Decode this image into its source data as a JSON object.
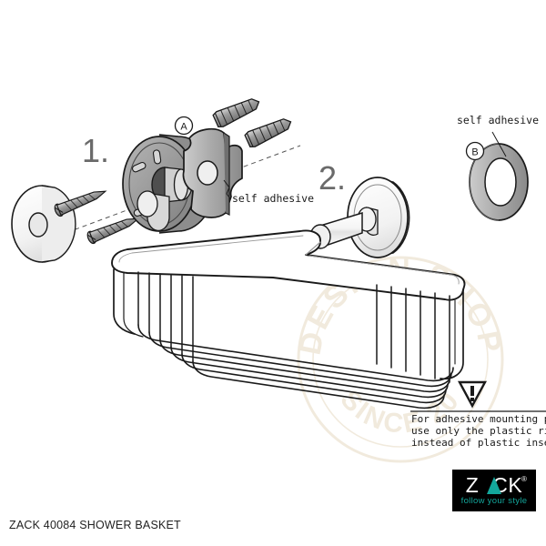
{
  "document": {
    "caption": "ZACK 40084 SHOWER BASKET",
    "type": "exploded assembly instruction diagram",
    "background_color": "#ffffff",
    "line_color": "#1a1a1a"
  },
  "steps": [
    {
      "id": "step-1",
      "label": "1."
    },
    {
      "id": "step-2",
      "label": "2."
    }
  ],
  "part_callouts": [
    {
      "id": "callout-a",
      "letter": "A",
      "description": "plastic insert"
    },
    {
      "id": "callout-b",
      "letter": "B",
      "description": "plastic ring"
    }
  ],
  "labels": {
    "self_adhesive_insert": "self adhesive",
    "self_adhesive_ring": "self adhesive"
  },
  "warning": {
    "icon": "warning-triangle-icon",
    "line1": "For adhesive mounting please",
    "line2": "use only the plastic ring  B",
    "line3": "instead of plastic insert  A"
  },
  "brand": {
    "name_left": "Z",
    "name_right": "CK",
    "registered": "®",
    "tagline": "follow your style",
    "box_color": "#000000",
    "accent_color": "#13a79c",
    "text_color": "#ffffff"
  },
  "watermark": {
    "top_arc": "DESIGN SHOP",
    "bottom_arc": "SINCE 20",
    "color": "#efe7d8"
  },
  "parts": [
    {
      "id": "cover-cap",
      "name": "cover cap"
    },
    {
      "id": "screw-upper",
      "name": "screw"
    },
    {
      "id": "screw-lower",
      "name": "screw"
    },
    {
      "id": "wall-plate",
      "name": "wall mounting plate"
    },
    {
      "id": "plastic-insert-a",
      "name": "plastic insert A"
    },
    {
      "id": "wall-anchor-upper",
      "name": "wall anchor"
    },
    {
      "id": "wall-anchor-lower",
      "name": "wall anchor"
    },
    {
      "id": "mounting-disc",
      "name": "mounting disc with post"
    },
    {
      "id": "plastic-ring-b",
      "name": "plastic ring B"
    },
    {
      "id": "wire-basket",
      "name": "wire shower basket"
    }
  ],
  "chart_data": {
    "type": "table",
    "title": "ZACK 40084 SHOWER BASKET",
    "categories": [
      "step-1",
      "step-2"
    ],
    "values": [
      1,
      2
    ]
  }
}
